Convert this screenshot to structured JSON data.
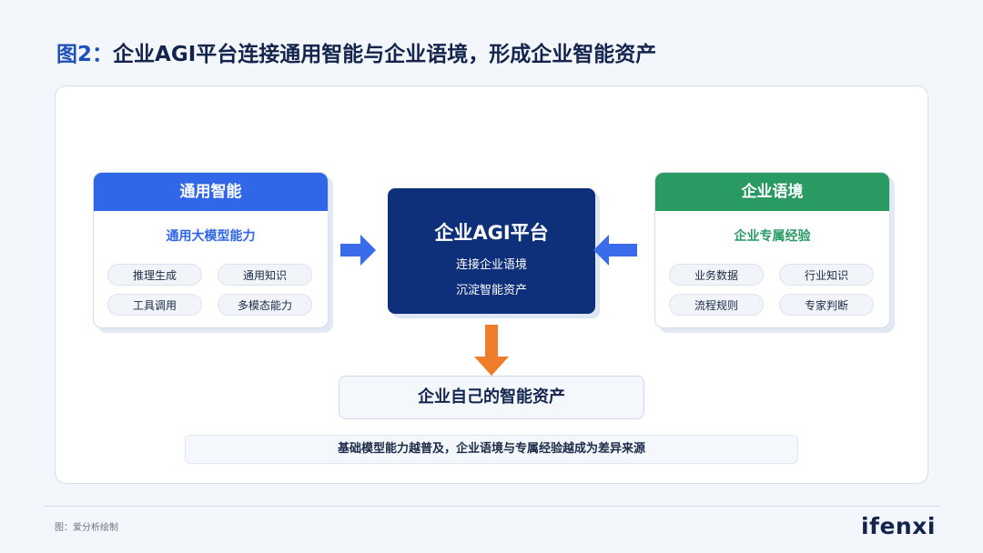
{
  "title": {
    "prefix": "图2：",
    "text": "企业AGI平台连接通用智能与企业语境，形成企业智能资产"
  },
  "colors": {
    "general_header": "#2f67e8",
    "enterprise_header": "#2a9a63",
    "platform_bg": "#0e2f7a",
    "blue_arrow": "#3a6bea",
    "orange_arrow": "#ee7c2b"
  },
  "general_card": {
    "header": "通用智能",
    "subtitle": "通用大模型能力",
    "tags": [
      "推理生成",
      "通用知识",
      "工具调用",
      "多模态能力"
    ]
  },
  "enterprise_card": {
    "header": "企业语境",
    "subtitle": "企业专属经验",
    "tags": [
      "业务数据",
      "行业知识",
      "流程规则",
      "专家判断"
    ]
  },
  "platform": {
    "title": "企业AGI平台",
    "line1": "连接企业语境",
    "line2": "沉淀智能资产"
  },
  "asset": "企业自己的智能资产",
  "summary": "基础模型能力越普及，企业语境与专属经验越成为差异来源",
  "footer": {
    "source": "图：爱分析绘制",
    "logo": "ifenxi"
  }
}
